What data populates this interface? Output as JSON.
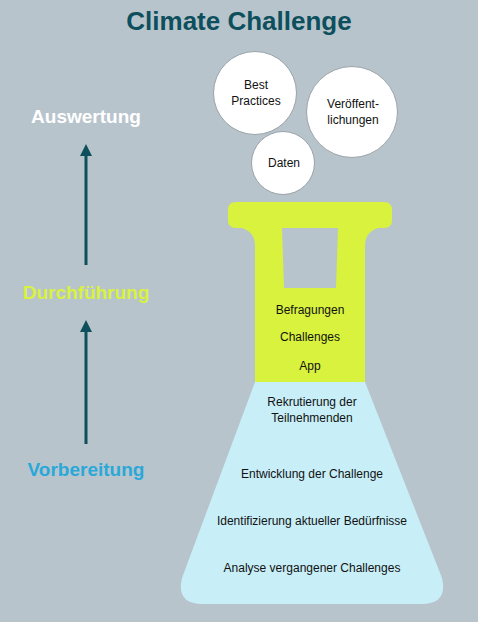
{
  "diagram": {
    "title": "Climate Challenge",
    "nodes": [
      {
        "text": [
          "Best Practices"
        ]
      },
      {
        "text": [
          "Veröffent- lichungen"
        ]
      },
      {
        "text": [
          "Daten"
        ]
      },
      {
        "text": [
          "Befragungen",
          "Challenges",
          "App"
        ]
      },
      {
        "text": [
          "Rekrutierung der Teilnehmenden",
          "Entwicklung der Challenge",
          "Identifizierung aktueller Bedürfnisse",
          "Analyse vergangener Challenges"
        ]
      }
    ],
    "labels": [
      "Auswertung",
      "Durchführung",
      "Vorbereitung"
    ]
  }
}
